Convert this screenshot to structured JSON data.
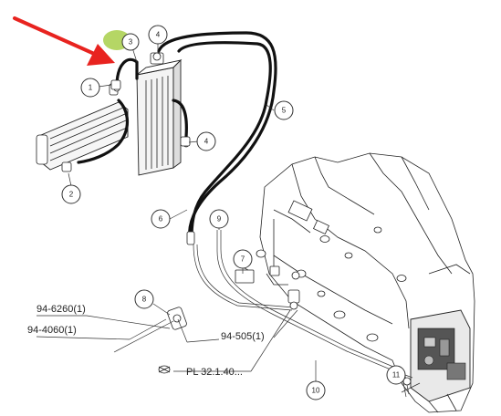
{
  "callouts": [
    "1",
    "2",
    "3",
    "4",
    "4",
    "5",
    "6",
    "7",
    "8",
    "9",
    "10",
    "11"
  ],
  "part_labels": {
    "label_a": "94-6260(1)",
    "label_b": "94-4060(1)",
    "label_c": "94-505(1)",
    "label_d": "PL 32.1.40..."
  },
  "colors": {
    "arrow": "#e8231f",
    "highlight": "#a8cf4a",
    "line": "#222222"
  }
}
